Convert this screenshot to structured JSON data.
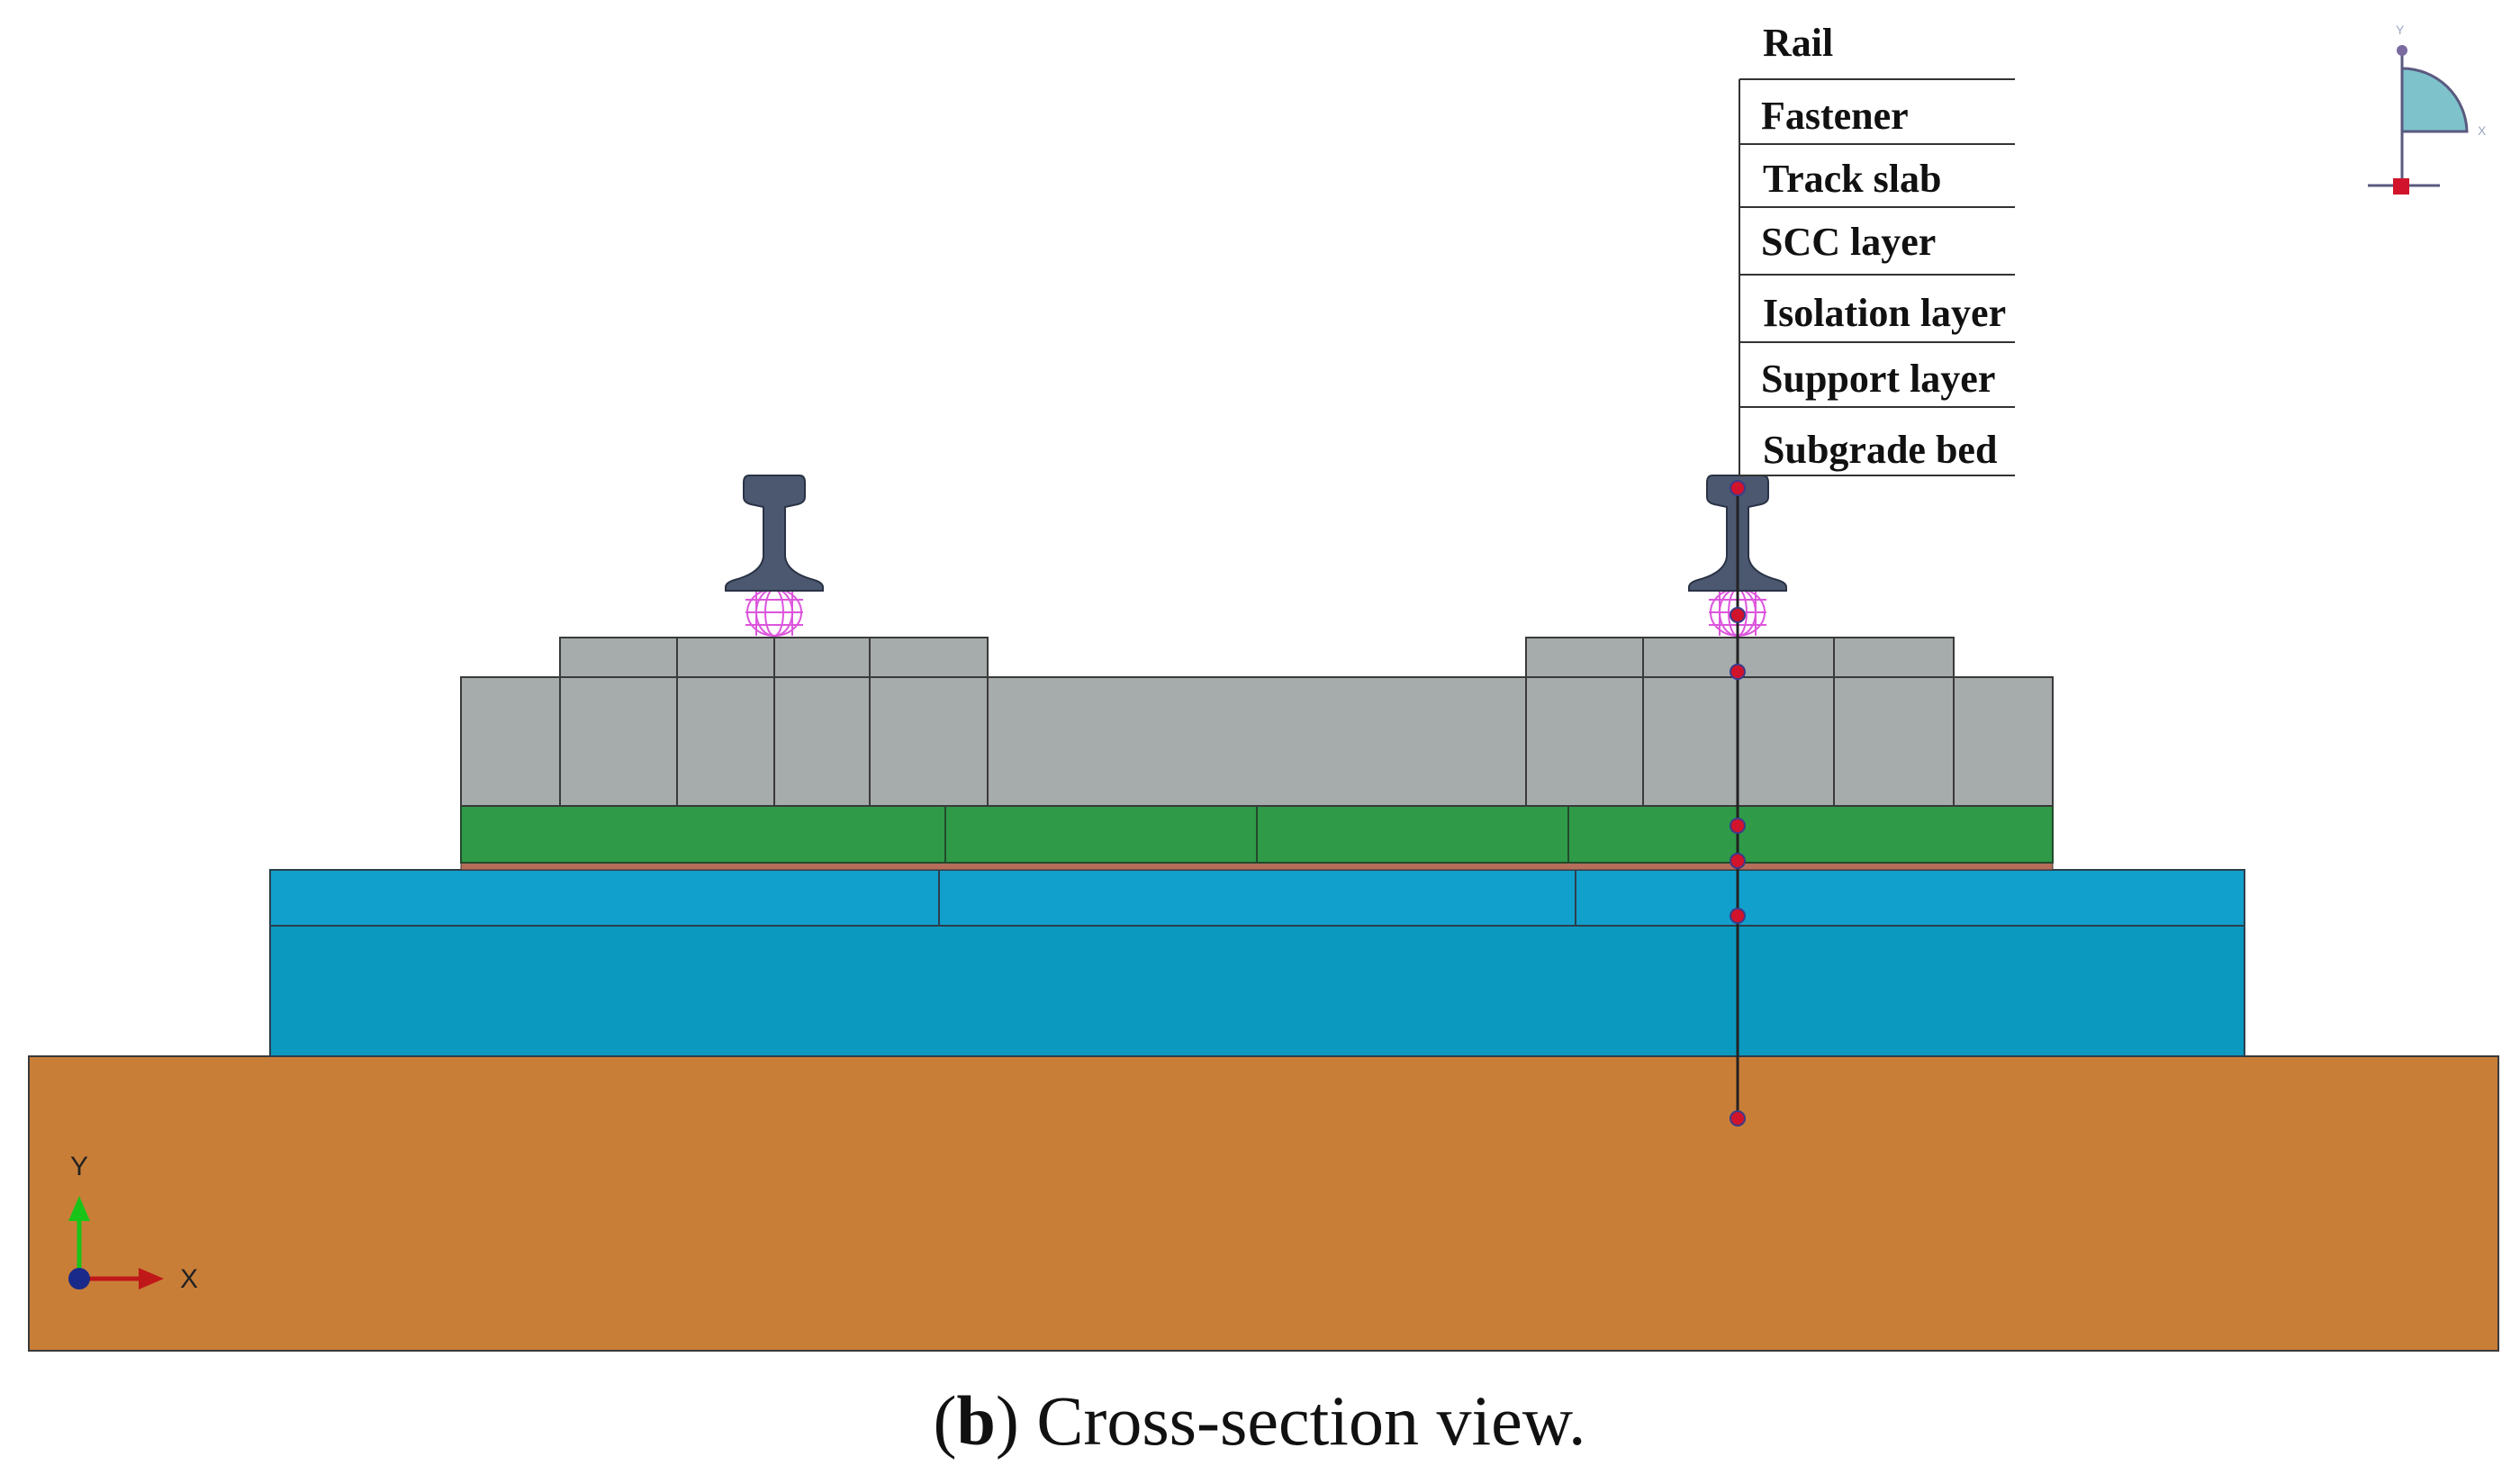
{
  "layer_labels": [
    {
      "id": "rail",
      "text": "Rail"
    },
    {
      "id": "fastener",
      "text": "Fastener"
    },
    {
      "id": "track-slab",
      "text": "Track slab"
    },
    {
      "id": "scc-layer",
      "text": "SCC layer"
    },
    {
      "id": "isolation-layer",
      "text": "Isolation layer"
    },
    {
      "id": "support-layer",
      "text": "Support layer"
    },
    {
      "id": "subgrade-bed",
      "text": "Subgrade bed"
    }
  ],
  "caption": {
    "letter": "b",
    "open": "(",
    "close": ")",
    "text": " Cross-section view."
  },
  "axis_triad": {
    "y": "Y",
    "x": "X"
  },
  "view_cube": {
    "y": "Y",
    "x": "X"
  },
  "colors": {
    "subgrade": "#c97e38",
    "support": "#0c99c0",
    "isolation": "#b46e5a",
    "scc": "#2f9a48",
    "slab": "#a6abac",
    "rail": "#4b5870",
    "fastener": "#dd55dd",
    "marker": "#d1132b",
    "outline": "#3a3a3a"
  }
}
